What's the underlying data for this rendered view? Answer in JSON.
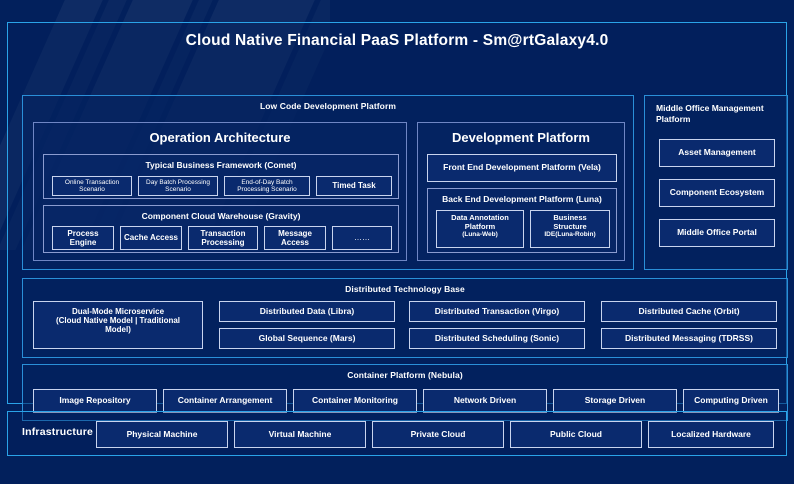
{
  "header": {
    "title": "Cloud Native Financial PaaS Platform - Sm@rtGalaxy4.0"
  },
  "low_code": {
    "section_title": "Low Code Development Platform",
    "operation_architecture": {
      "title": "Operation Architecture",
      "typical_business_framework": {
        "title": "Typical Business Framework (Comet)",
        "items": [
          "Online Transaction Scenario",
          "Day Batch Processing Scenario",
          "End-of-Day Batch Processing Scenario",
          "Timed Task"
        ]
      },
      "component_cloud_warehouse": {
        "title": "Component Cloud Warehouse (Gravity)",
        "items": [
          "Process Engine",
          "Cache Access",
          "Transaction Processing",
          "Message Access",
          "……"
        ]
      }
    },
    "development_platform": {
      "title": "Development Platform",
      "front_end": "Front End Development Platform (Vela)",
      "back_end": {
        "title": "Back End Development Platform (Luna)",
        "items": [
          {
            "line1": "Data Annotation",
            "line2": "Platform",
            "line3": "(Luna-Web)"
          },
          {
            "line1": "Business",
            "line2": "Structure",
            "line3": "IDE(Luna-Robin)"
          }
        ]
      }
    }
  },
  "middle_office": {
    "title": "Middle Office Management Platform",
    "items": [
      "Asset Management",
      "Component Ecosystem",
      "Middle Office Portal"
    ]
  },
  "distributed_technology_base": {
    "title": "Distributed Technology Base",
    "dual_mode": {
      "line1": "Dual-Mode Microservice",
      "line2": "(Cloud Native Model | Traditional",
      "line3": "Model)"
    },
    "items": [
      "Distributed Data (Libra)",
      "Distributed Transaction (Virgo)",
      "Distributed Cache (Orbit)",
      "Global Sequence (Mars)",
      "Distributed Scheduling (Sonic)",
      "Distributed Messaging (TDRSS)"
    ]
  },
  "container_platform": {
    "title": "Container Platform (Nebula)",
    "items": [
      "Image Repository",
      "Container Arrangement",
      "Container Monitoring",
      "Network Driven",
      "Storage Driven",
      "Computing Driven"
    ]
  },
  "infrastructure": {
    "label": "Infrastructure",
    "items": [
      "Physical Machine",
      "Virtual Machine",
      "Private Cloud",
      "Public Cloud",
      "Localized Hardware"
    ]
  },
  "colors": {
    "page_background": "#02205c",
    "accent_border": "#2aa3e8",
    "chip_border": "#c9d4ee",
    "chip_fill": "#0a2a6e",
    "text": "#ffffff"
  }
}
